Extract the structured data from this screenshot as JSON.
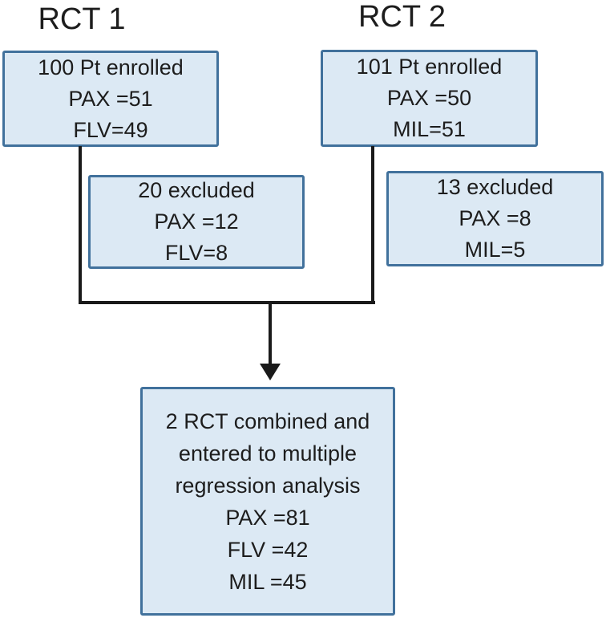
{
  "diagram": {
    "type": "flowchart",
    "titles": {
      "rct1": "RCT 1",
      "rct2": "RCT 2"
    },
    "boxes": {
      "rct1_enrolled": {
        "lines": [
          "100 Pt enrolled",
          "PAX =51",
          "FLV=49"
        ]
      },
      "rct2_enrolled": {
        "lines": [
          "101 Pt enrolled",
          "PAX =50",
          "MIL=51"
        ]
      },
      "rct1_excluded": {
        "lines": [
          "20 excluded",
          "PAX =12",
          "FLV=8"
        ]
      },
      "rct2_excluded": {
        "lines": [
          "13 excluded",
          "PAX =8",
          "MIL=5"
        ]
      },
      "combined": {
        "lines": [
          "2 RCT combined and",
          "entered to multiple",
          "regression analysis",
          "PAX =81",
          "FLV =42",
          "MIL =45"
        ]
      }
    },
    "colors": {
      "background": "#ffffff",
      "box_fill": "#dce9f4",
      "box_border": "#41719c",
      "connector_line": "#1a1a1a",
      "text": "#1d1d1d"
    },
    "arrow": {
      "direction": "down"
    }
  }
}
